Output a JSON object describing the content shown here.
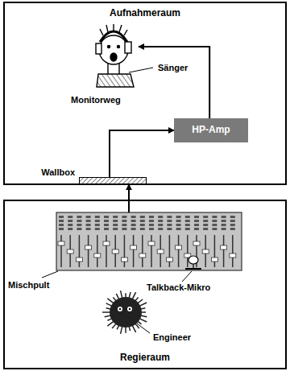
{
  "diagram": {
    "nodes": [
      {
        "text": [
          "Aufnahmeraum"
        ]
      },
      {
        "text": [
          "Sänger"
        ],
        "in": 0
      },
      {
        "text": [
          "HP-Amp"
        ],
        "in": 0
      },
      {
        "text": [
          "Wallbox"
        ],
        "in": 0
      },
      {
        "text": [
          "Regieraum"
        ]
      },
      {
        "text": [
          "Mischpult"
        ],
        "in": 4
      }
    ],
    "edges": [
      {
        "from": 5,
        "to": 3,
        "arrow": "to"
      },
      {
        "from": 3,
        "to": 2,
        "label": "Monitorweg",
        "arrow": "to"
      },
      {
        "from": 2,
        "to": 1,
        "arrow": "to"
      }
    ],
    "labels": [
      "Talkback-Mikro",
      "Engineer"
    ]
  }
}
